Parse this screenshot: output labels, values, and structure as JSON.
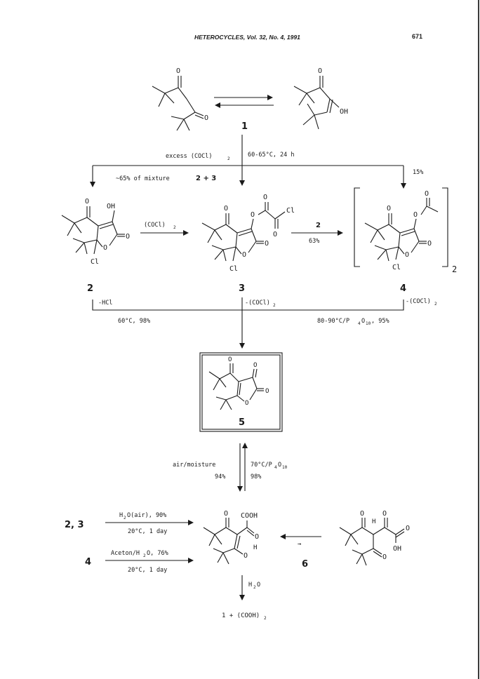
{
  "header": {
    "running_title": "HETEROCYCLES, Vol. 32, No. 4, 1991",
    "page_number": "671"
  },
  "compounds": {
    "c1": "1",
    "c2": "2",
    "c3": "3",
    "c4": "4",
    "c5": "5",
    "c6": "6",
    "c4_subscript": "2",
    "c6_arrow_mark": "→"
  },
  "atoms": {
    "O": "O",
    "OH": "OH",
    "Cl": "Cl",
    "H": "H",
    "COOH": "COOH",
    "O_hbond": "O",
    "H_hbond": "H"
  },
  "conditions": {
    "excess_oxalyl": "excess (COCl)",
    "excess_oxalyl_sub": "2",
    "heat_time": "60-65°C, 24 h",
    "mixture_yield": "~65% of mixture",
    "mixture_compounds": "2 + 3",
    "yield_4": "15%",
    "oxalyl_2_to_3": "(COCl)",
    "oxalyl_2_to_3_sub": "2",
    "reagent_3_to_4": "2",
    "yield_3_to_4": "63%",
    "minus_hcl": "-HCl",
    "cond_2_to_5": "60°C, 98%",
    "minus_oxalyl_3": "-(COCl)",
    "minus_oxalyl_3_sub": "2",
    "minus_oxalyl_4": "-(COCl)",
    "minus_oxalyl_4_sub": "2",
    "cond_4_to_5": "80-90°C/P",
    "cond_4_to_5_sub1": "4",
    "cond_4_to_5_mid": "O",
    "cond_4_to_5_sub2": "10",
    "cond_4_to_5_tail": ", 95%",
    "air_moisture": "air/moisture",
    "yield_air": "94%",
    "back_cond": "70°C/P",
    "back_cond_sub1": "4",
    "back_cond_mid": "O",
    "back_cond_sub2": "10",
    "back_yield": "98%",
    "hydrolysis_start": "2, 3",
    "hydrolysis_reagent_a": "H",
    "hydrolysis_reagent_a_sub": "2",
    "hydrolysis_reagent_a_tail": "O(air), 90%",
    "hydrolysis_time_a": "20°C, 1 day",
    "acetone_start": "4",
    "acetone_reagent": "Aceton/H",
    "acetone_reagent_sub": "2",
    "acetone_reagent_tail": "O, 76%",
    "acetone_time": "20°C, 1 day",
    "water_label": "H",
    "water_label_sub": "2",
    "water_label_tail": "O",
    "final_products": "1 + (COOH)",
    "final_products_sub": "2"
  }
}
